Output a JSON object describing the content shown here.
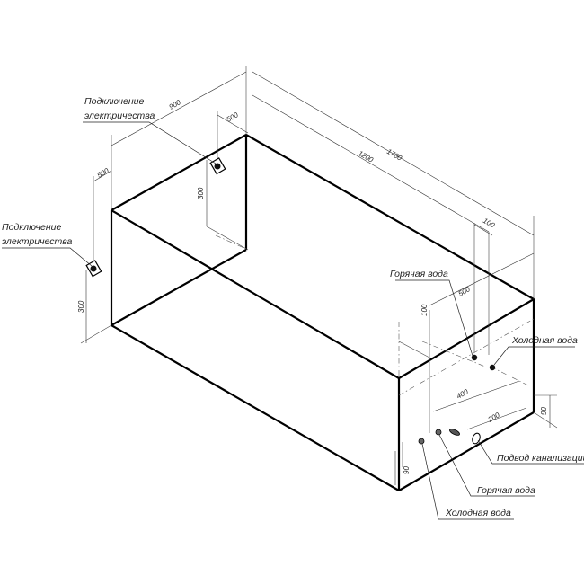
{
  "labels": {
    "power_top_line1": "Подключение",
    "power_top_line2": "электричества",
    "power_left_line1": "Подключение",
    "power_left_line2": "электричества",
    "hot_water_back": "Горячая вода",
    "cold_water_back": "Холодная вода",
    "drain": "Подвод канализации",
    "hot_water_front": "Горячая вода",
    "cold_water_front": "Холодная вода"
  },
  "dimensions": {
    "length_total": "1700",
    "length_1200": "1200",
    "width_900": "900",
    "top_500": "500",
    "top_300": "300",
    "left_500": "500",
    "left_300": "300",
    "right_100": "100",
    "right_500": "500",
    "right_90": "90",
    "front_100": "100",
    "front_400": "400",
    "front_200": "200",
    "front_90": "90"
  }
}
